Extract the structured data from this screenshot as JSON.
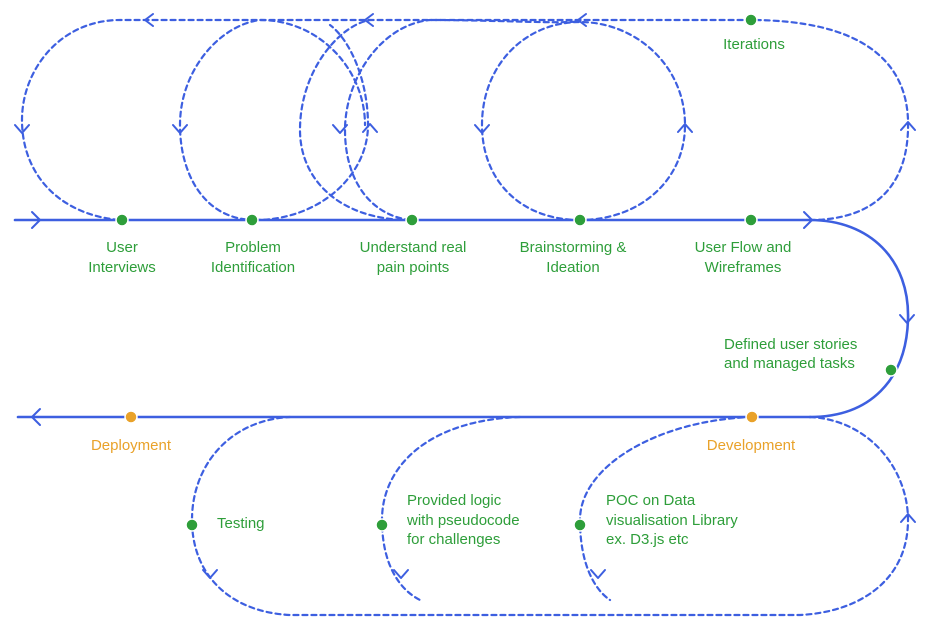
{
  "colors": {
    "path": "#3d5fe0",
    "phase_green": "#2e9e3a",
    "phase_orange": "#e9a22a",
    "background": "#ffffff"
  },
  "top_row": [
    {
      "line1": "User",
      "line2": "Interviews"
    },
    {
      "line1": "Problem",
      "line2": "Identification"
    },
    {
      "line1": "Understand real",
      "line2": "pain points"
    },
    {
      "line1": "Brainstorming &",
      "line2": "Ideation"
    },
    {
      "line1": "User Flow and",
      "line2": "Wireframes"
    }
  ],
  "iterations": "Iterations",
  "curve_step": {
    "line1": "Defined user stories",
    "line2": "and managed tasks"
  },
  "bottom_row": {
    "deployment": "Deployment",
    "development": "Development"
  },
  "loop_steps": {
    "testing": "Testing",
    "logic": {
      "line1": "Provided logic",
      "line2": "with pseudocode",
      "line3": "for challenges"
    },
    "poc": {
      "line1": "POC on Data",
      "line2": "visualisation Library",
      "line3": "ex. D3.js etc"
    }
  }
}
